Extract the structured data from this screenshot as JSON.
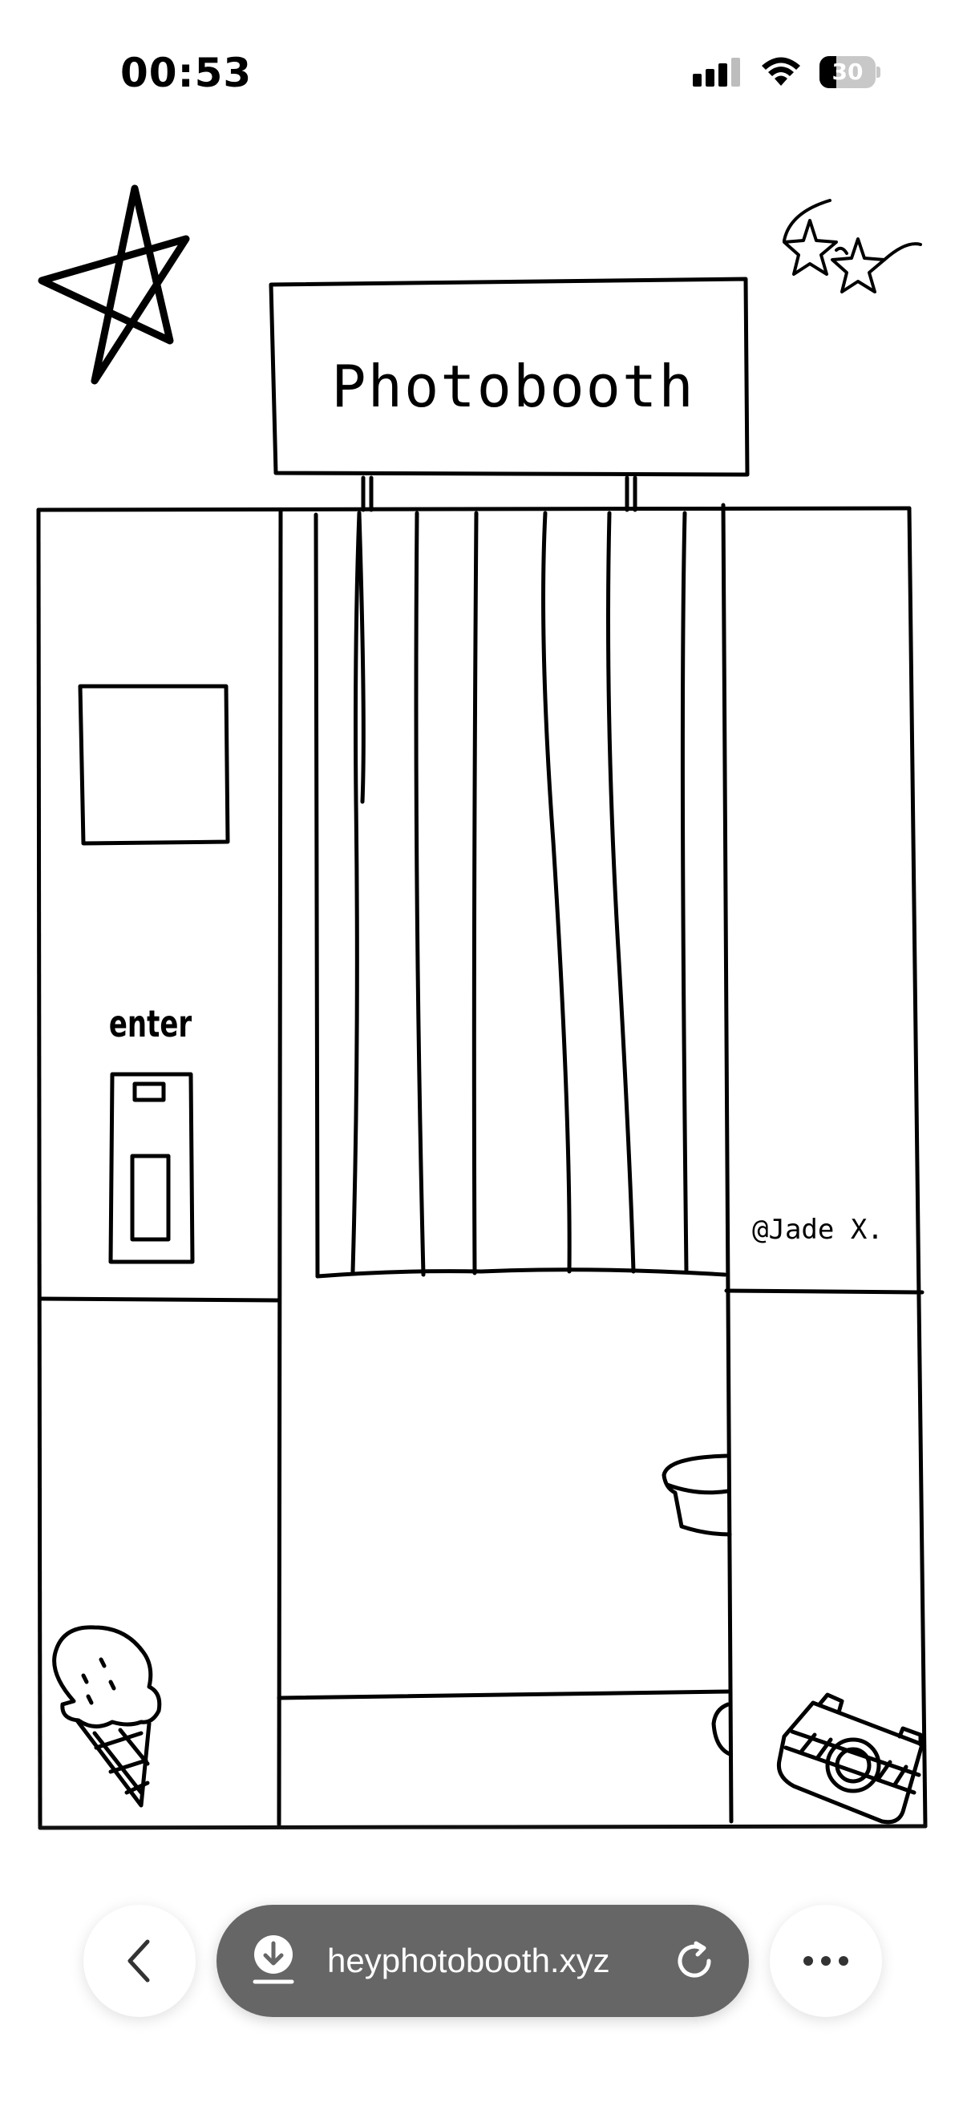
{
  "status_bar": {
    "time": "00:53",
    "battery_percent": "30",
    "battery_level": 0.3,
    "icons": [
      "cellular-signal-icon",
      "wifi-icon",
      "battery-icon"
    ]
  },
  "booth": {
    "sign_title": "Photobooth",
    "enter_label": "enter",
    "credit": "@Jade X.",
    "doodles": [
      "star-doodle",
      "star-sunglasses-doodle",
      "ice-cream-doodle",
      "camera-doodle"
    ]
  },
  "browser": {
    "url": "heyphotobooth.xyz",
    "icons": [
      "back-chevron-icon",
      "download-icon",
      "reload-icon",
      "more-icon"
    ]
  },
  "colors": {
    "ink": "#000000",
    "background": "#ffffff",
    "url_pill": "#666666",
    "url_text": "#ffffff",
    "battery_empty": "#c8c8c8"
  }
}
